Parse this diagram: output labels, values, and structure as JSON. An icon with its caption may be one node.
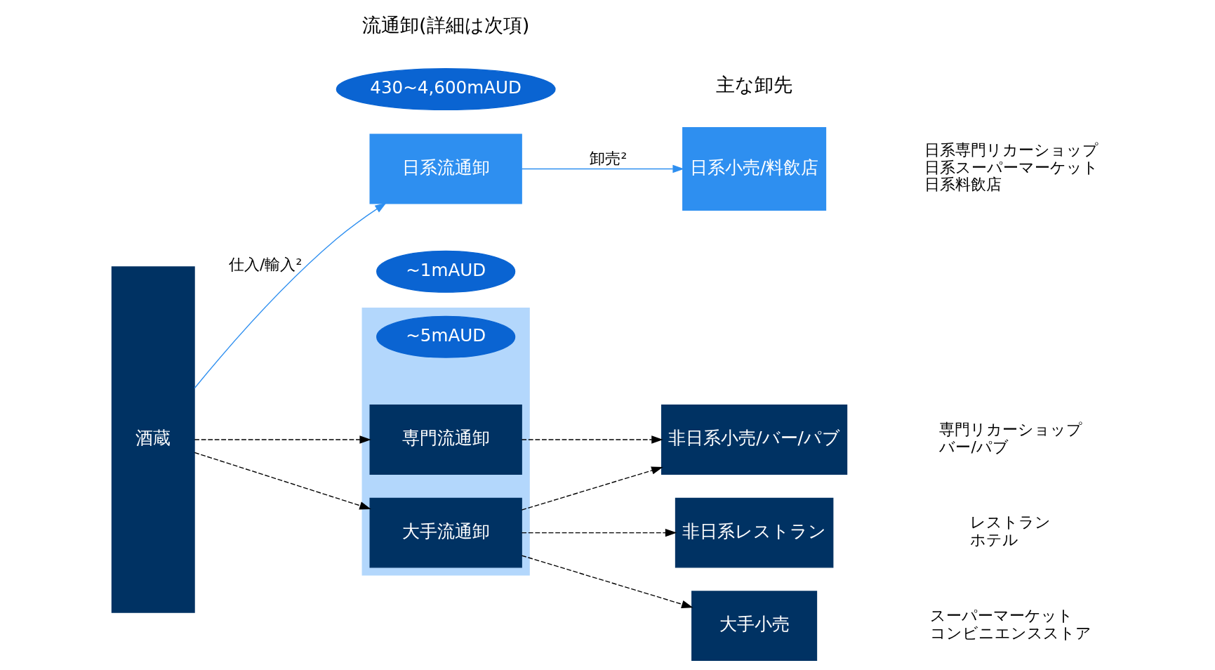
{
  "diagram": {
    "nodes": [
      {
        "text": [
          "酒蔵"
        ]
      },
      {
        "text": [
          "日系流通卸"
        ]
      },
      {
        "text": [
          "~1mAUD"
        ]
      },
      {
        "text": [],
        "shape": "box"
      },
      {
        "text": [
          "専門流通卸"
        ],
        "in": 3
      },
      {
        "text": [
          "~5mAUD"
        ],
        "in": 3
      },
      {
        "text": [
          "大手流通卸"
        ],
        "in": 3
      },
      {
        "text": [
          "430~4,600mAUD"
        ]
      },
      {
        "text": [
          "日系小売/料飲店"
        ],
        "beside": [
          "日系専門リカーショップ",
          "日系スーパーマーケット",
          "日系料飲店"
        ]
      },
      {
        "text": [
          "非日系小売/バー/パブ"
        ],
        "beside": [
          "専門リカーショップ",
          "バー/パブ"
        ]
      },
      {
        "text": [
          "非日系レストラン"
        ],
        "beside": [
          "レストラン",
          "ホテル"
        ]
      },
      {
        "text": [
          "大手小売"
        ],
        "beside": [
          "スーパーマーケット",
          "コンビニエンスストア"
        ]
      }
    ],
    "edges": [
      {
        "from": 0,
        "to": 1,
        "arrow": "to",
        "label": "仕入/輸入²",
        "color": "#2e8ff0"
      },
      {
        "from": 1,
        "to": 8,
        "arrow": "to",
        "label": "卸売²",
        "color": "#2e8ff0"
      },
      {
        "from": 0,
        "to": 4,
        "arrow": "to",
        "style": "dashed"
      },
      {
        "from": 4,
        "to": 9,
        "arrow": "to",
        "style": "dashed"
      },
      {
        "from": 0,
        "to": 6,
        "arrow": "to",
        "style": "dashed"
      },
      {
        "from": 6,
        "to": 9,
        "arrow": "to",
        "style": "dashed"
      },
      {
        "from": 6,
        "to": 10,
        "arrow": "to",
        "style": "dashed"
      },
      {
        "from": 6,
        "to": 11,
        "arrow": "to",
        "style": "dashed"
      }
    ],
    "labels": [
      "流通卸(詳細は次項)",
      "主な卸先"
    ]
  }
}
